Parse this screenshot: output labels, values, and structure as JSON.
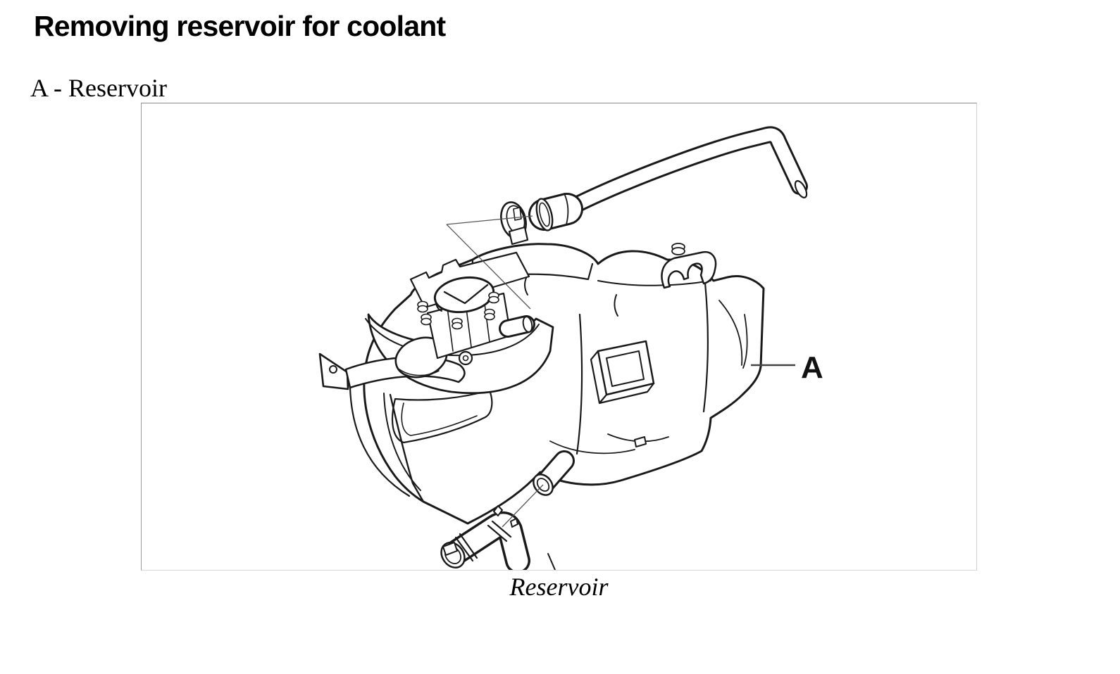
{
  "document": {
    "heading": "Removing reservoir for coolant",
    "part_label": "A - Reservoir",
    "figure": {
      "callout": "A",
      "caption": "Reservoir",
      "subject": "coolant-reservoir-line-drawing"
    }
  },
  "colors": {
    "background": "#ffffff",
    "text": "#000000",
    "line_art": "#1a1a1a",
    "leader_line": "#555555",
    "frame_border_top": "#8a8a8a",
    "frame_border_left": "#9a9a9a",
    "frame_border_right": "#cfcfcf",
    "frame_border_bottom": "#d8d8d8"
  }
}
